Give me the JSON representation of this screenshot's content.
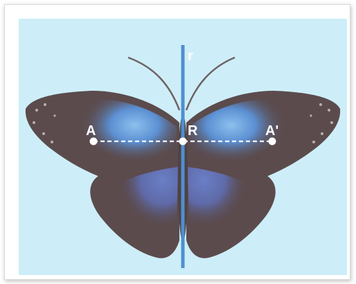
{
  "diagram": {
    "axis_label": "r",
    "points": {
      "left_label": "A",
      "center_label": "R",
      "right_label": "A'"
    },
    "colors": {
      "background": "#cdeef8",
      "wing_dark": "#5b4b4d",
      "wing_blue": "#5a8fd0",
      "wing_light_blue": "#7fb3e6",
      "axis": "#4f8fd0",
      "dashed_line": "#ffffff",
      "points": "#ffffff"
    }
  }
}
